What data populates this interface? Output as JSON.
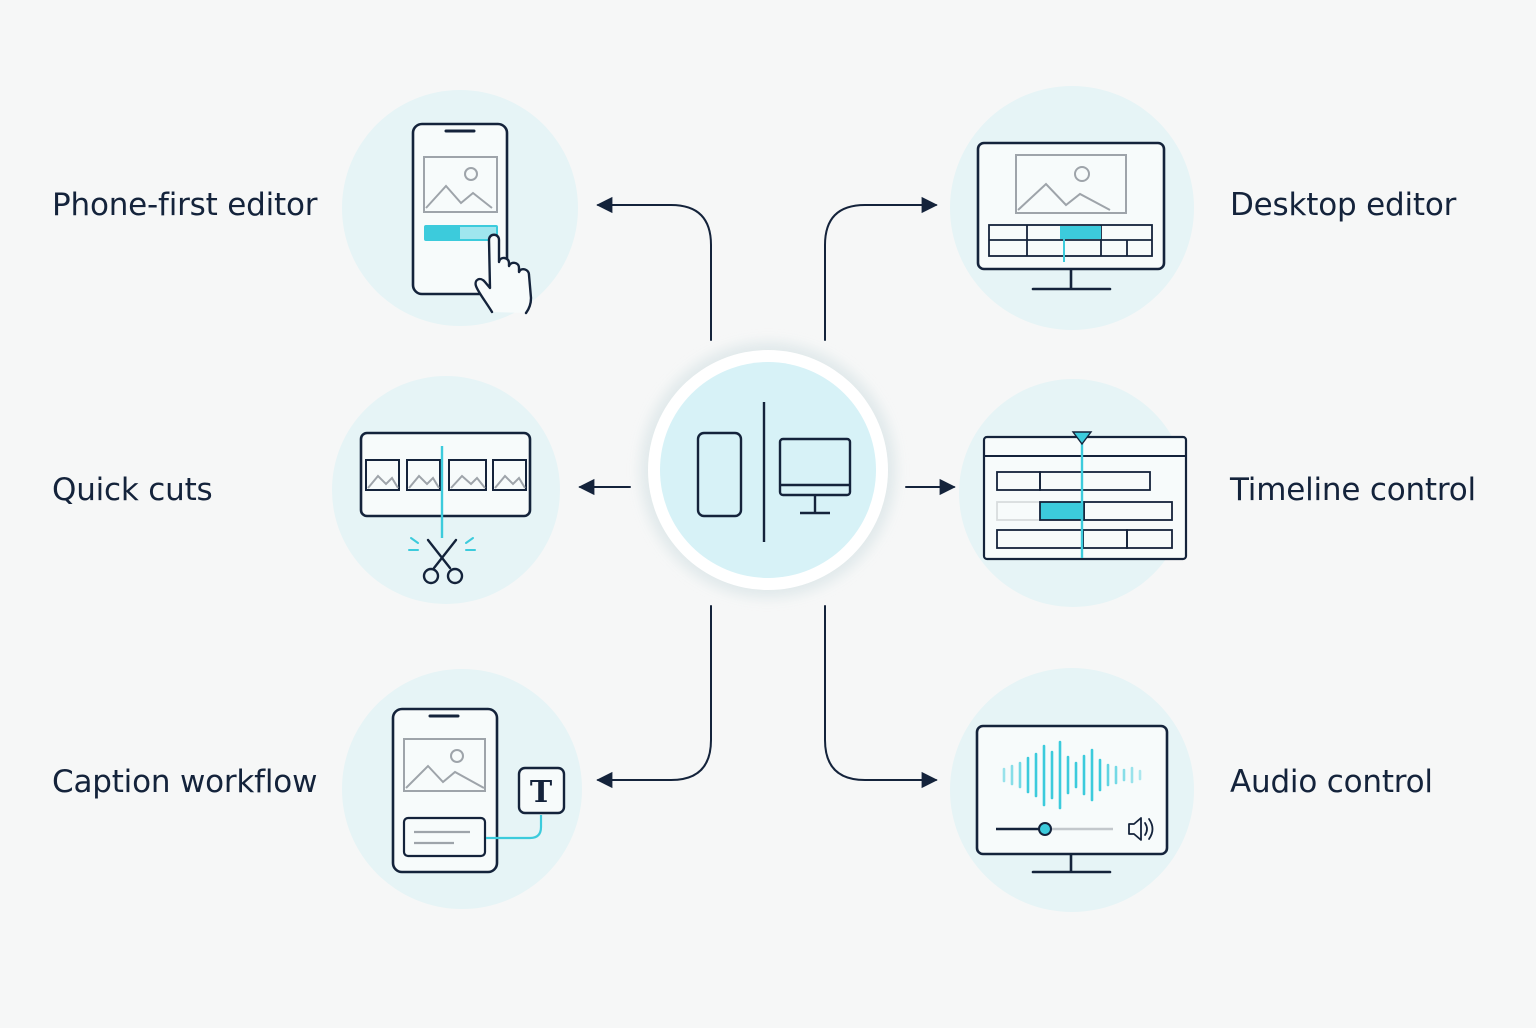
{
  "colors": {
    "background": "#f6f7f7",
    "ink": "#14233b",
    "accent": "#3ccbdc",
    "circle_fill": "#e6f4f6",
    "gray_line": "#9ea4aa"
  },
  "center": {
    "icon": "phone-and-desktop-icon"
  },
  "features": {
    "phone_first_editor": {
      "label": "Phone-first editor",
      "icon": "phone-touch-editor-icon"
    },
    "quick_cuts": {
      "label": "Quick cuts",
      "icon": "filmstrip-scissors-icon"
    },
    "caption_workflow": {
      "label": "Caption workflow",
      "icon": "phone-caption-text-icon",
      "caption_glyph": "T"
    },
    "desktop_editor": {
      "label": "Desktop editor",
      "icon": "monitor-editor-icon"
    },
    "timeline_control": {
      "label": "Timeline control",
      "icon": "timeline-tracks-icon"
    },
    "audio_control": {
      "label": "Audio control",
      "icon": "monitor-audio-waveform-icon"
    }
  }
}
